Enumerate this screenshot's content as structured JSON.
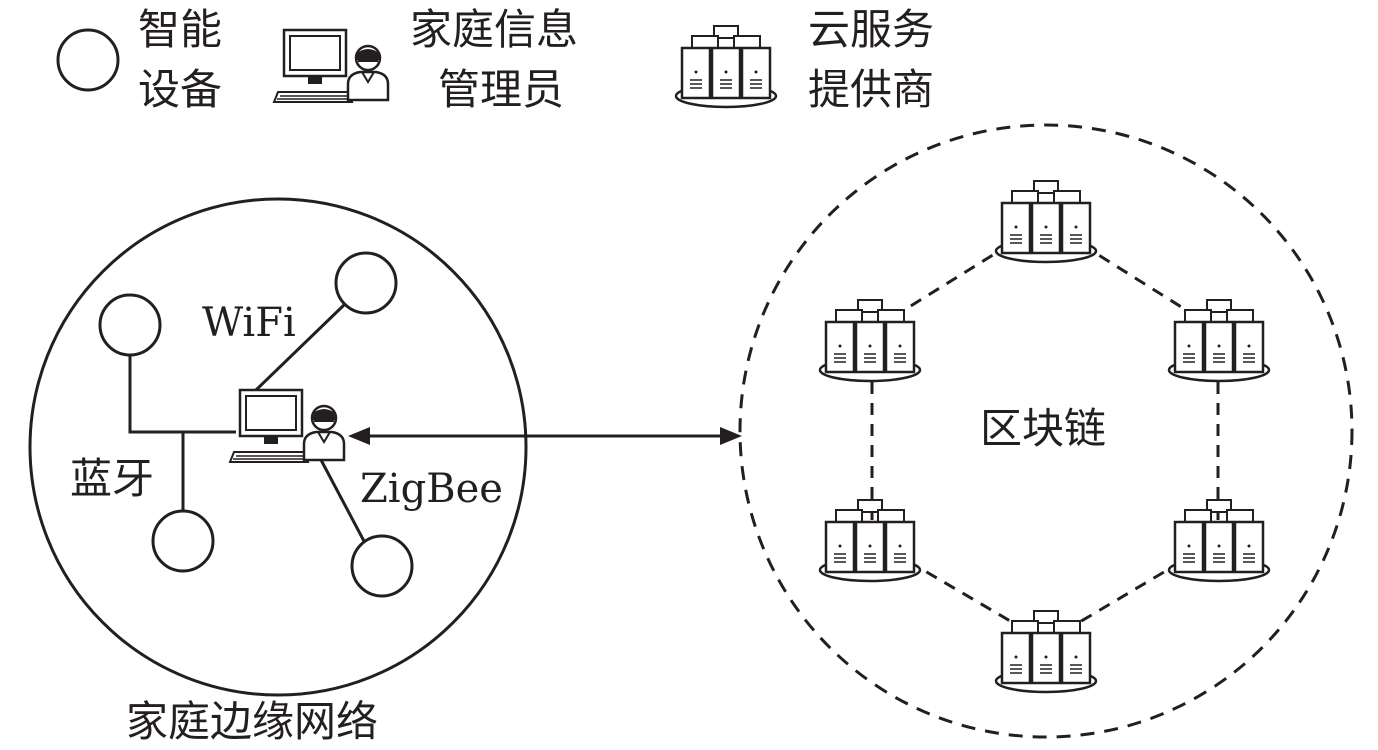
{
  "legend": {
    "smart_device": {
      "line1": "智能",
      "line2": "设备",
      "icon": "circle-icon"
    },
    "home_admin": {
      "line1": "家庭信息",
      "line2": "管理员",
      "icon": "admin-computer-icon"
    },
    "cloud_provider": {
      "line1": "云服务",
      "line2": "提供商",
      "icon": "server-cluster-icon"
    }
  },
  "home_network": {
    "caption": "家庭边缘网络",
    "wifi_label": "WiFi",
    "bluetooth_label": "蓝牙",
    "zigbee_label": "ZigBee"
  },
  "blockchain": {
    "label": "区块链"
  },
  "colors": {
    "stroke": "#231f20",
    "background": "#ffffff"
  }
}
